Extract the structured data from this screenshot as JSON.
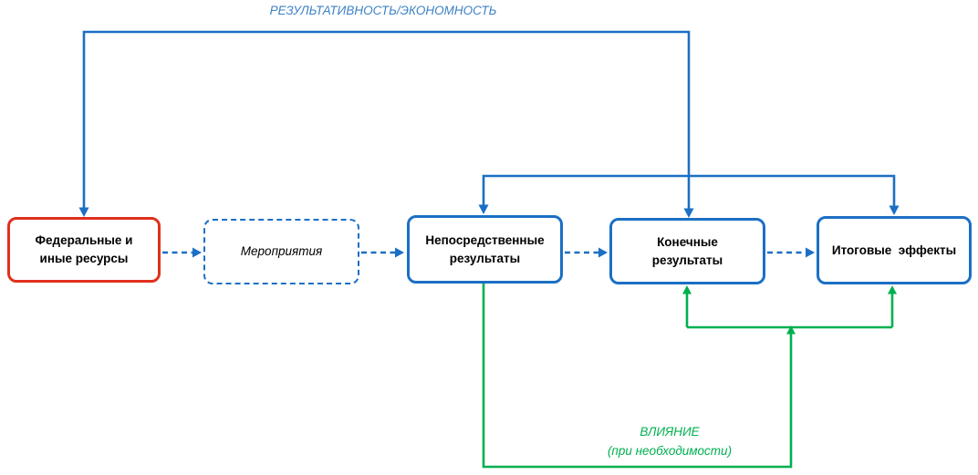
{
  "diagram": {
    "title_label": "РЕЗУЛЬТАТИВНОСТЬ/ЭКОНОМНОСТЬ",
    "boxes": [
      {
        "id": "resources",
        "label": "Федеральные и\nиные ресурсы",
        "border": "red-solid",
        "text_style": "bold"
      },
      {
        "id": "activities",
        "label": "Мероприятия",
        "border": "blue-dashed",
        "text_style": "italic"
      },
      {
        "id": "direct-results",
        "label": "Непосредственные\nрезультаты",
        "border": "blue-solid",
        "text_style": "bold"
      },
      {
        "id": "final-results",
        "label": "Конечные\nрезультаты",
        "border": "blue-solid",
        "text_style": "bold"
      },
      {
        "id": "effects",
        "label": "Итоговые  эффекты",
        "border": "blue-solid",
        "text_style": "bold"
      }
    ],
    "influence_label": {
      "line1": "ВЛИЯНИЕ",
      "line2": "(при необходимости)"
    },
    "colors": {
      "blue": "#1B6FC4",
      "label_blue": "#3D82C4",
      "red": "#E0301E",
      "green": "#00B050",
      "text": "#000000",
      "background": "#FFFFFF"
    }
  }
}
